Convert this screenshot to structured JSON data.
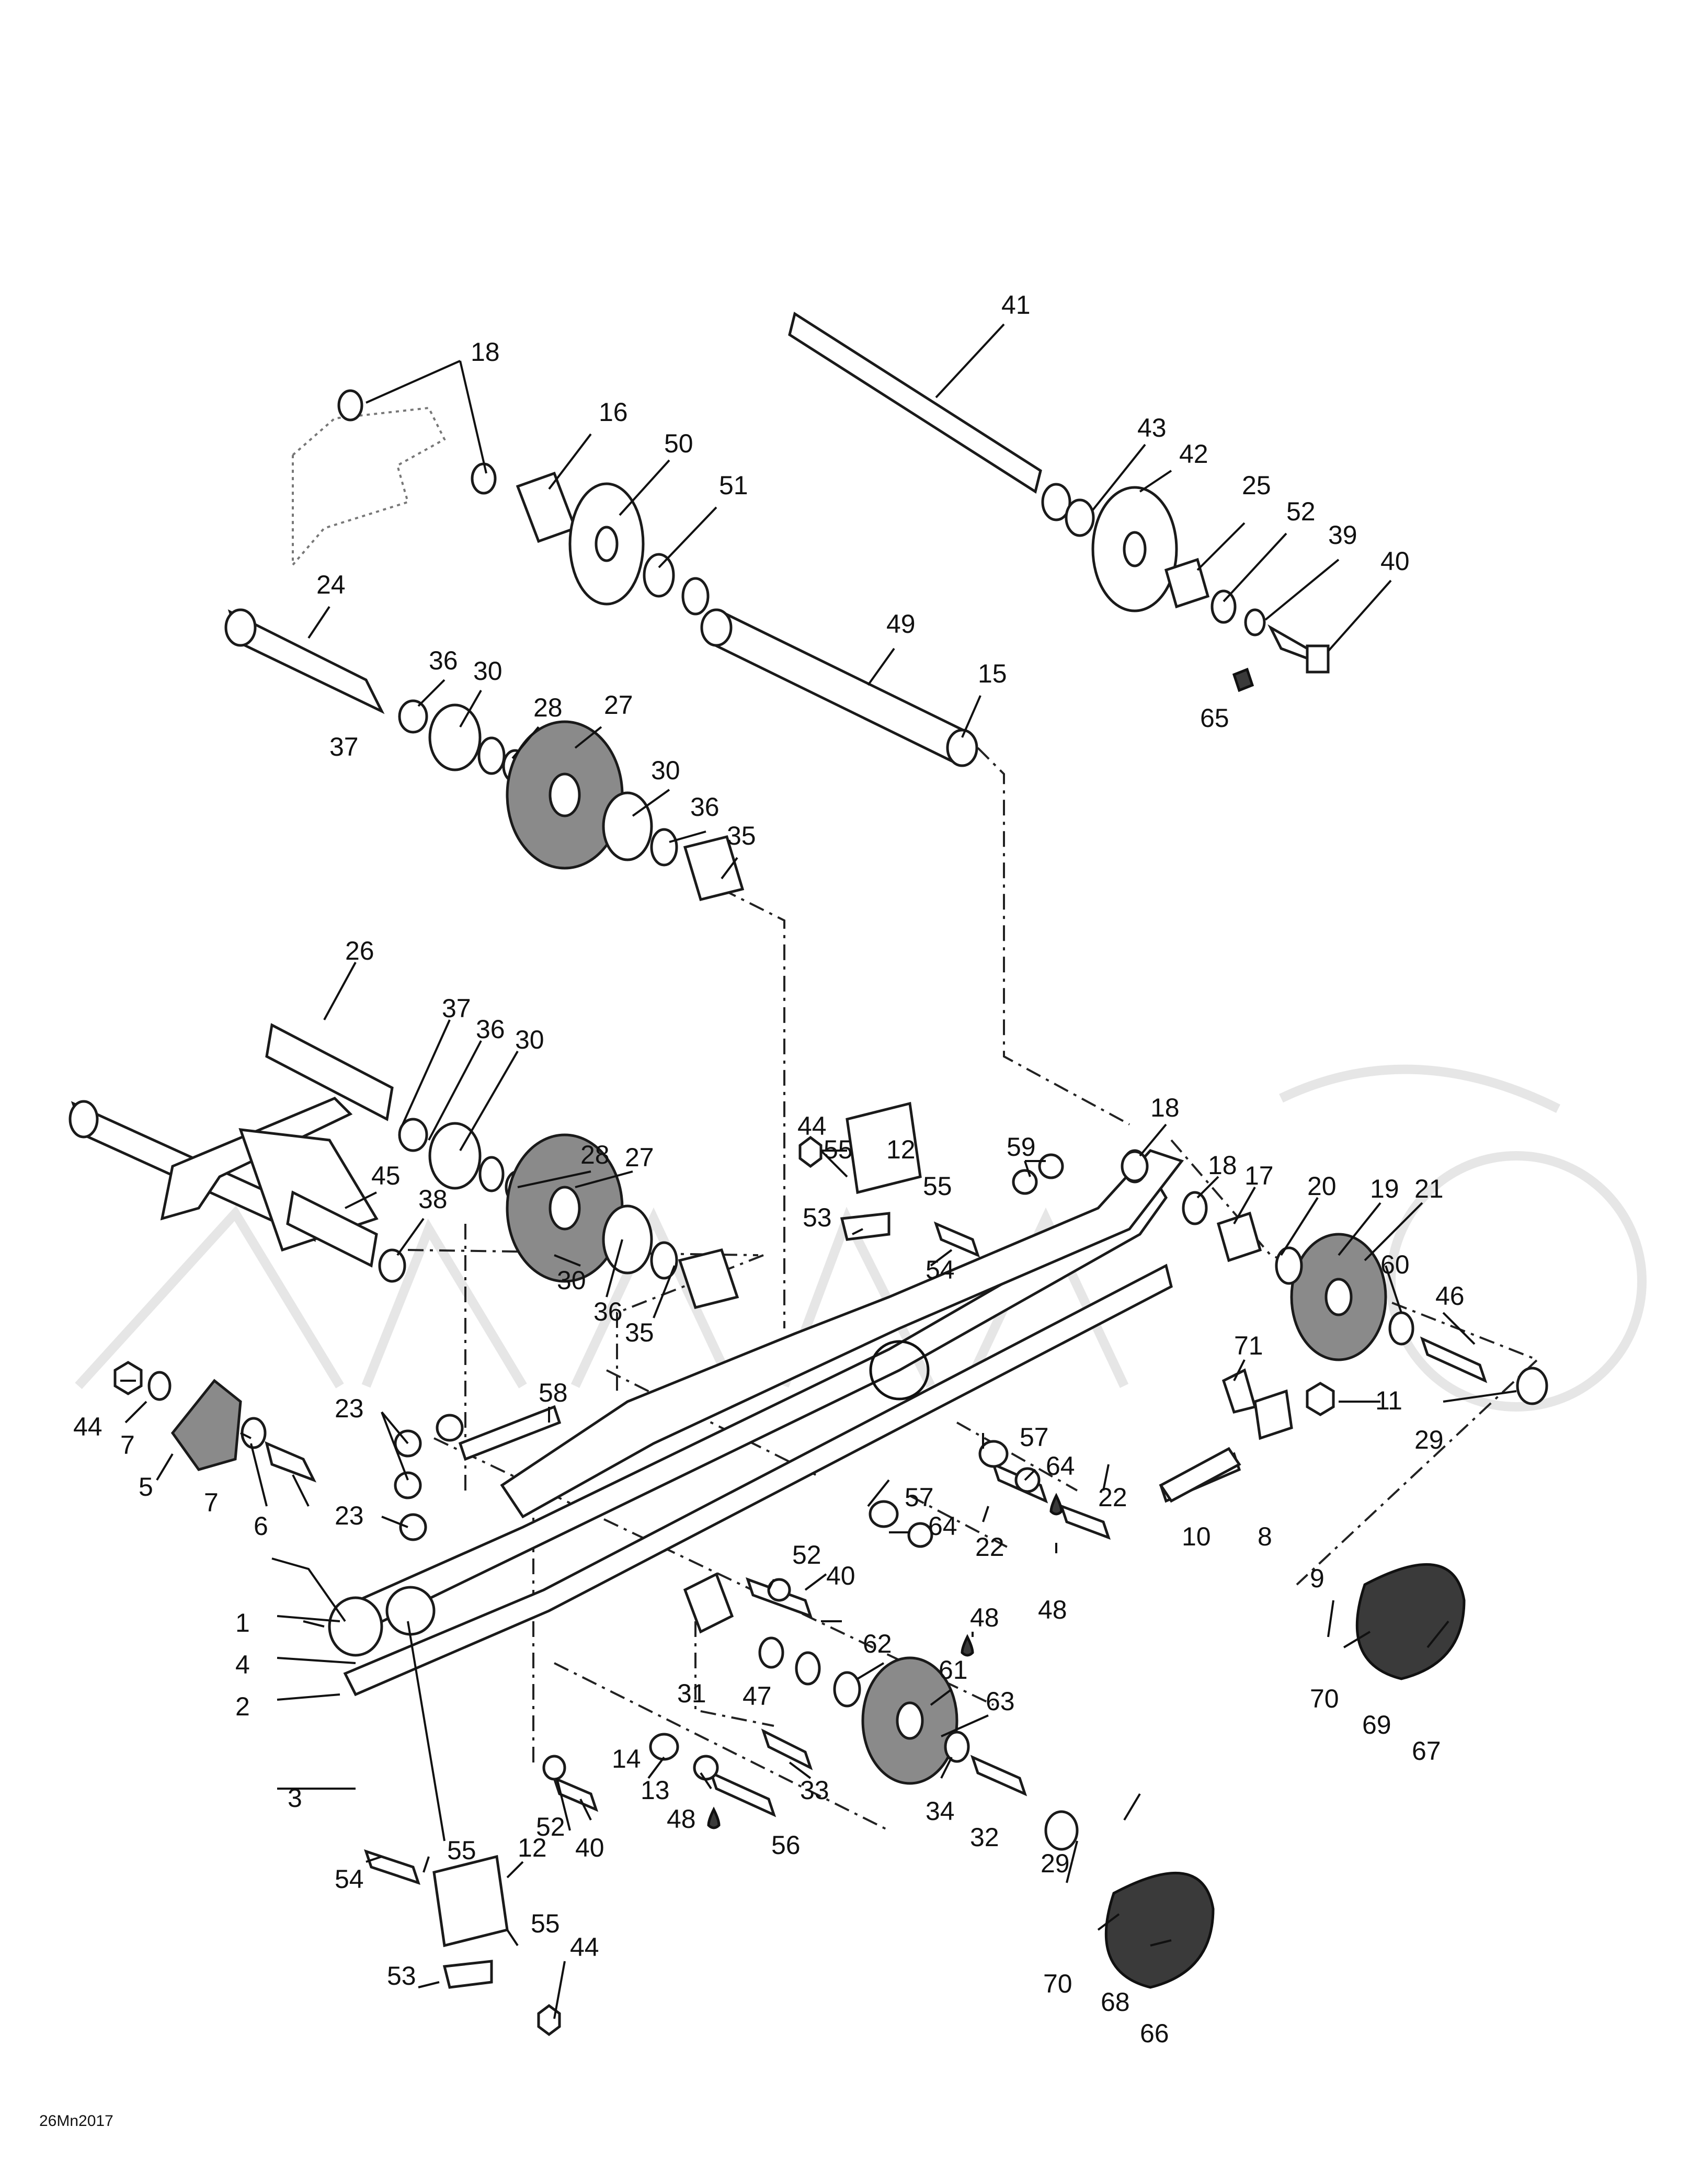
{
  "drawing_code": "26Mn2017",
  "icons": {
    "shaft": "shaft-icon",
    "wheel": "idler-wheel-icon",
    "bolt": "bolt-icon",
    "nut": "nut-icon",
    "washer": "washer-icon",
    "bearing": "bearing-icon",
    "spacer": "spacer-icon",
    "bracket": "bracket-icon",
    "rail": "slide-rail-icon",
    "wheel_cover": "wheel-cover-icon",
    "adhesive": "adhesive-drop-icon"
  },
  "callouts": {
    "c1": "1",
    "c2": "2",
    "c3": "3",
    "c4": "4",
    "c5": "5",
    "c6": "6",
    "c7a": "7",
    "c7b": "7",
    "c8": "8",
    "c9": "9",
    "c10": "10",
    "c11": "11",
    "c12a": "12",
    "c12b": "12",
    "c13": "13",
    "c14": "14",
    "c15": "15",
    "c16": "16",
    "c17": "17",
    "c18a": "18",
    "c18b": "18",
    "c18c": "18",
    "c19": "19",
    "c20": "20",
    "c21": "21",
    "c22a": "22",
    "c22b": "22",
    "c23a": "23",
    "c23b": "23",
    "c24": "24",
    "c25": "25",
    "c26": "26",
    "c27a": "27",
    "c27b": "27",
    "c28a": "28",
    "c28b": "28",
    "c29a": "29",
    "c29b": "29",
    "c30a": "30",
    "c30b": "30",
    "c30c": "30",
    "c30d": "30",
    "c31": "31",
    "c32": "32",
    "c33": "33",
    "c34": "34",
    "c35a": "35",
    "c35b": "35",
    "c36a": "36",
    "c36b": "36",
    "c36c": "36",
    "c36d": "36",
    "c37a": "37",
    "c37b": "37",
    "c38": "38",
    "c39": "39",
    "c40a": "40",
    "c40b": "40",
    "c40c": "40",
    "c41": "41",
    "c42": "42",
    "c43": "43",
    "c44a": "44",
    "c44b": "44",
    "c44c": "44",
    "c45": "45",
    "c46": "46",
    "c47": "47",
    "c48a": "48",
    "c48b": "48",
    "c48c": "48",
    "c49": "49",
    "c50": "50",
    "c51": "51",
    "c52a": "52",
    "c52b": "52",
    "c52c": "52",
    "c53a": "53",
    "c53b": "53",
    "c54a": "54",
    "c54b": "54",
    "c55a": "55",
    "c55b": "55",
    "c55c": "55",
    "c55d": "55",
    "c56": "56",
    "c57a": "57",
    "c57b": "57",
    "c58": "58",
    "c59": "59",
    "c60": "60",
    "c61": "61",
    "c62": "62",
    "c63": "63",
    "c64a": "64",
    "c64b": "64",
    "c65": "65",
    "c66": "66",
    "c67": "67",
    "c68": "68",
    "c69": "69",
    "c70a": "70",
    "c70b": "70",
    "c71": "71"
  }
}
